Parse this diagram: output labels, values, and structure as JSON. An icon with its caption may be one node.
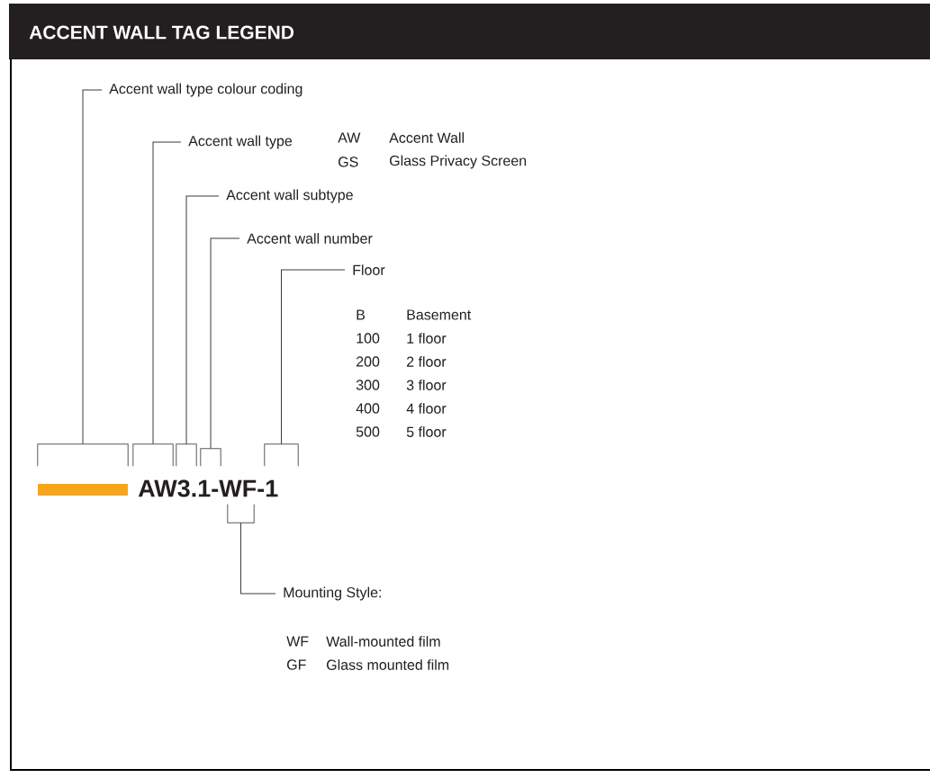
{
  "diagram": {
    "title": "ACCENT WALL TAG LEGEND",
    "nodes": [
      {
        "text": [
          "Accent wall type colour coding"
        ]
      },
      {
        "text": [
          "Accent wall type"
        ]
      },
      {
        "text": [
          "Accent wall subtype"
        ]
      },
      {
        "text": [
          "Accent wall number"
        ]
      },
      {
        "text": [
          "Floor"
        ]
      },
      {
        "text": [
          "Mounting Style:"
        ]
      },
      {
        "text": [],
        "shape": "bracket"
      },
      {
        "text": [],
        "shape": "bracket"
      },
      {
        "text": [],
        "shape": "bracket"
      },
      {
        "text": [],
        "shape": "bracket"
      },
      {
        "text": [],
        "shape": "bracket"
      },
      {
        "text": [],
        "shape": "bracket"
      }
    ],
    "edges": [
      {
        "from": 0,
        "to": 6,
        "arrow": "none"
      },
      {
        "from": 1,
        "to": 7,
        "arrow": "none"
      },
      {
        "from": 2,
        "to": 8,
        "arrow": "none"
      },
      {
        "from": 3,
        "to": 9,
        "arrow": "none"
      },
      {
        "from": 4,
        "to": 10,
        "arrow": "none"
      },
      {
        "from": 5,
        "to": 11,
        "arrow": "none"
      }
    ],
    "labels": [
      "AW",
      "Accent Wall",
      "GS",
      "Glass Privacy Screen",
      "B",
      "Basement",
      "100",
      "1 floor",
      "200",
      "2 floor",
      "300",
      "3 floor",
      "400",
      "4 floor",
      "500",
      "5 floor",
      "AW3.1-WF-1",
      "WF",
      "Wall-mounted film",
      "GF",
      "Glass mounted film"
    ]
  }
}
